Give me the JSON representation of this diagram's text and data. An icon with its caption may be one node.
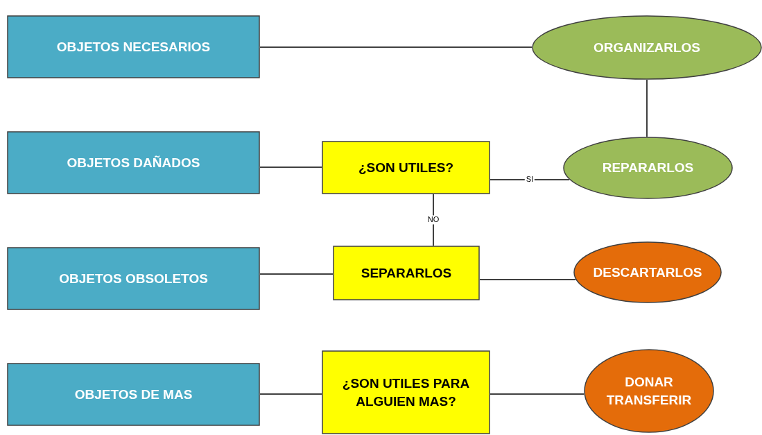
{
  "diagram": {
    "nodes": [
      {
        "text": [
          "OBJETOS NECESARIOS"
        ]
      },
      {
        "text": [
          "ORGANIZARLOS"
        ]
      },
      {
        "text": [
          "OBJETOS DAÑADOS"
        ]
      },
      {
        "text": [
          "¿SON UTILES?"
        ]
      },
      {
        "text": [
          "REPARARLOS"
        ]
      },
      {
        "text": [
          "OBJETOS OBSOLETOS"
        ]
      },
      {
        "text": [
          "SEPARARLOS"
        ]
      },
      {
        "text": [
          "DESCARTARLOS"
        ]
      },
      {
        "text": [
          "OBJETOS DE MAS"
        ]
      },
      {
        "text": [
          "¿SON UTILES PARA ALGUIEN MAS?"
        ]
      },
      {
        "text": [
          "DONAR TRANSFERIR"
        ]
      }
    ],
    "edges": [
      {
        "from": 0,
        "to": 1,
        "arrow": "none"
      },
      {
        "from": 1,
        "to": 4,
        "arrow": "none"
      },
      {
        "from": 2,
        "to": 3,
        "arrow": "none"
      },
      {
        "from": 3,
        "to": 4,
        "arrow": "none",
        "label": "SI"
      },
      {
        "from": 3,
        "to": 6,
        "arrow": "none",
        "label": "NO"
      },
      {
        "from": 5,
        "to": 6,
        "arrow": "none"
      },
      {
        "from": 6,
        "to": 7,
        "arrow": "none"
      },
      {
        "from": 8,
        "to": 9,
        "arrow": "none"
      },
      {
        "from": 9,
        "to": 10,
        "arrow": "none"
      }
    ]
  }
}
